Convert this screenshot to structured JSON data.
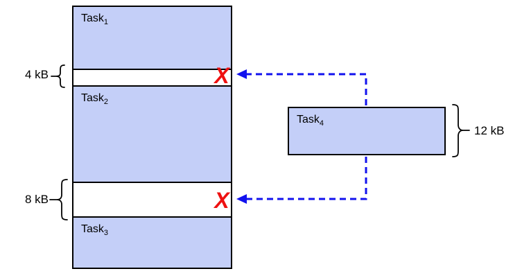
{
  "diagram_title": "memory-fragmentation",
  "colors": {
    "block_fill": "#C4CFF8",
    "block_border": "#000000",
    "arrow_blue": "#1212EE",
    "reject_red": "#EE1111",
    "text": "#000000",
    "background": "#FFFFFF"
  },
  "memory_column": {
    "task1": {
      "base": "Task",
      "sub": "1"
    },
    "gap1": {
      "size_label": "4 kB"
    },
    "task2": {
      "base": "Task",
      "sub": "2"
    },
    "gap2": {
      "size_label": "8 kB"
    },
    "task3": {
      "base": "Task",
      "sub": "3"
    }
  },
  "incoming_task": {
    "label": {
      "base": "Task",
      "sub": "4"
    },
    "size_label": "12 kB"
  },
  "reject_mark": {
    "glyph": "X"
  }
}
